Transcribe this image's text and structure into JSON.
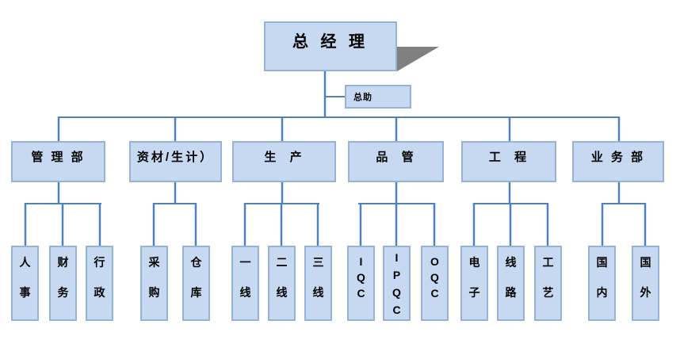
{
  "colors": {
    "box_fill": "#c6d9f1",
    "box_border": "#95b3d7",
    "connector": "#4f81bd",
    "shadow": "#808080",
    "text": "#000000"
  },
  "root": {
    "label": "总 经 理"
  },
  "assistant": {
    "label": "总助"
  },
  "departments": [
    {
      "label": "管 理 部",
      "children": [
        {
          "label": "人事"
        },
        {
          "label": "财务"
        },
        {
          "label": "行政"
        }
      ]
    },
    {
      "label": "资材/生计）",
      "children": [
        {
          "label": "采购"
        },
        {
          "label": "仓库"
        }
      ]
    },
    {
      "label": "生  产",
      "children": [
        {
          "label": "一线"
        },
        {
          "label": "二线"
        },
        {
          "label": "三线"
        }
      ]
    },
    {
      "label": "品  管",
      "children": [
        {
          "label": "IQC"
        },
        {
          "label": "IPQC"
        },
        {
          "label": "OQC"
        }
      ]
    },
    {
      "label": "工  程",
      "children": [
        {
          "label": "电子"
        },
        {
          "label": "线路"
        },
        {
          "label": "工艺"
        }
      ]
    },
    {
      "label": "业 务 部",
      "children": [
        {
          "label": "国内"
        },
        {
          "label": "国外"
        }
      ]
    }
  ]
}
